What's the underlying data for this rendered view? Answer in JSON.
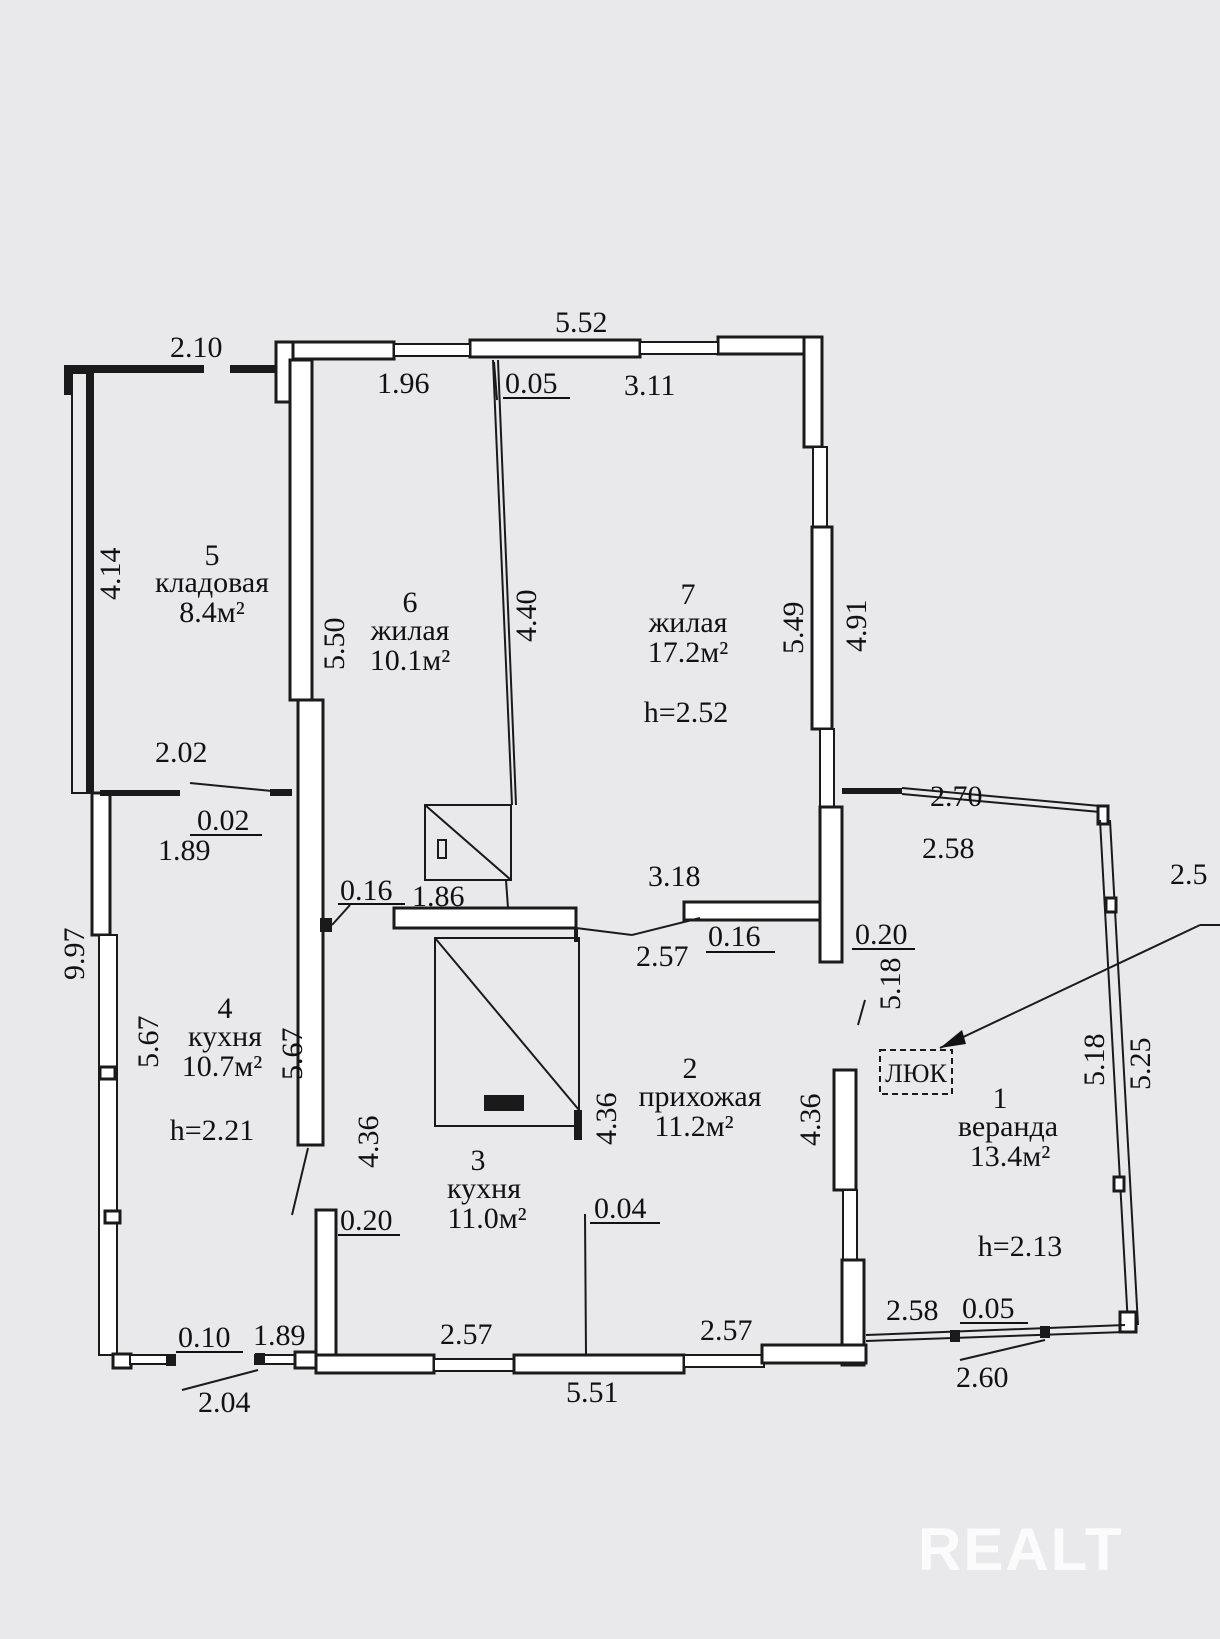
{
  "rooms": [
    {
      "num": "5",
      "name": "кладовая",
      "area": "8.4м²"
    },
    {
      "num": "6",
      "name": "жилая",
      "area": "10.1м²"
    },
    {
      "num": "7",
      "name": "жилая",
      "area": "17.2м²",
      "height": "h=2.52"
    },
    {
      "num": "4",
      "name": "кухня",
      "area": "10.7м²",
      "height": "h=2.21"
    },
    {
      "num": "3",
      "name": "кухня",
      "area": "11.0м²"
    },
    {
      "num": "2",
      "name": "прихожая",
      "area": "11.2м²"
    },
    {
      "num": "1",
      "name": "веранда",
      "area": "13.4м²",
      "height": "h=2.13"
    }
  ],
  "hatch_label": "ЛЮК",
  "dims": {
    "d210": "2.10",
    "d552": "5.52",
    "d196": "1.96",
    "d005a": "0.05",
    "d311": "3.11",
    "d414": "4.14",
    "d550": "5.50",
    "d440": "4.40",
    "d549": "5.49",
    "d491": "4.91",
    "d202": "2.02",
    "d002": "0.02",
    "d189a": "1.89",
    "d270": "2.70",
    "d258a": "2.58",
    "d25": "2.5",
    "d016a": "0.16",
    "d186": "1.86",
    "d318": "3.18",
    "d257a": "2.57",
    "d016b": "0.16",
    "d020a": "0.20",
    "d518a": "5.18",
    "d997": "9.97",
    "d567a": "5.67",
    "d567b": "5.67",
    "d436a": "4.36",
    "d436b": "4.36",
    "d436c": "4.36",
    "d518b": "5.18",
    "d525": "5.25",
    "d020b": "0.20",
    "d004": "0.04",
    "d010": "0.10",
    "d189b": "1.89",
    "d257b": "2.57",
    "d257c": "2.57",
    "d258b": "2.58",
    "d005b": "0.05",
    "d204": "2.04",
    "d551": "5.51",
    "d260": "2.60"
  },
  "watermark": "REALT"
}
